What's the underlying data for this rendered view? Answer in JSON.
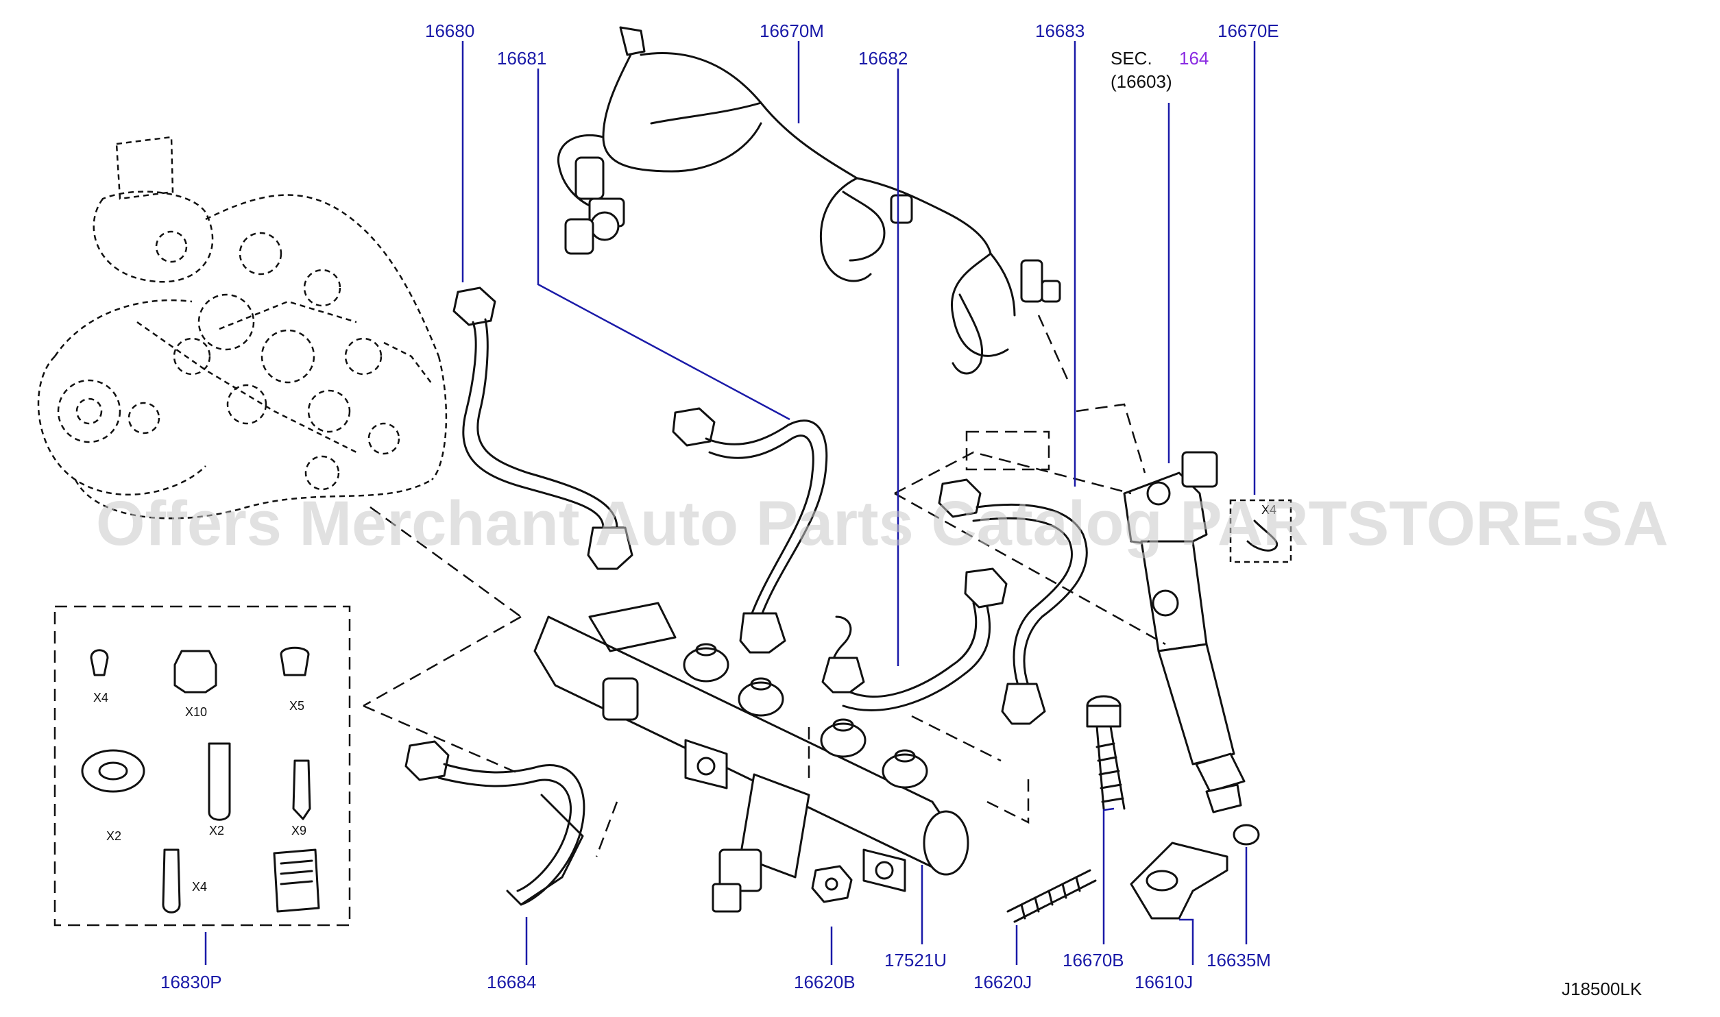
{
  "watermark": "Offers Merchant Auto Parts Catalog PARTSTORE.SA",
  "diagram_id": "J18500LK",
  "section_ref": {
    "prefix": "SEC.",
    "number": "164",
    "sub": "(16603)"
  },
  "labels": {
    "p16680": "16680",
    "p16681": "16681",
    "p16670M": "16670M",
    "p16682": "16682",
    "p16683": "16683",
    "p16670E": "16670E",
    "p16830P": "16830P",
    "p16684": "16684",
    "p16620B": "16620B",
    "p17521U": "17521U",
    "p16620J": "16620J",
    "p16670B": "16670B",
    "p16610J": "16610J",
    "p16635M": "16635M"
  },
  "kit_quantities": {
    "q1": "X4",
    "q2": "X10",
    "q3": "X5",
    "q4": "X2",
    "q5": "X2",
    "q6": "X9",
    "q7": "X4"
  },
  "clip_quantity": "X4"
}
